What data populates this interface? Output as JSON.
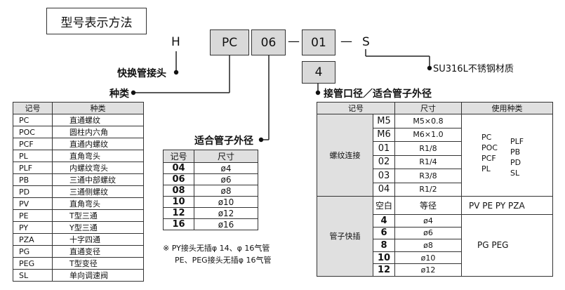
{
  "title": "型号表示方法",
  "model": {
    "h": "H",
    "pc": "PC",
    "size": "06",
    "thread": "01",
    "dash1": "—",
    "dash2": "—",
    "dash3": "—",
    "s": "S",
    "extra": "4"
  },
  "labels": {
    "quick": "快换管接头",
    "type": "种类",
    "tube": "适合管子外径",
    "port": "接管口径／适合管子外径",
    "sus": "SU316L不锈钢材质"
  },
  "type_table": {
    "headers": [
      "记号",
      "种类"
    ],
    "rows": [
      [
        "PC",
        "直通螺纹"
      ],
      [
        "POC",
        "圆柱内六角"
      ],
      [
        "PCF",
        "直通内螺纹"
      ],
      [
        "PL",
        "直角弯头"
      ],
      [
        "PLF",
        "内螺纹弯头"
      ],
      [
        "PB",
        "三通中部螺纹"
      ],
      [
        "PD",
        "三通侧螺纹"
      ],
      [
        "PV",
        "直角弯头"
      ],
      [
        "PE",
        "T型三通"
      ],
      [
        "PY",
        "Y型三通"
      ],
      [
        "PZA",
        "十字四通"
      ],
      [
        "PG",
        "直通变径"
      ],
      [
        "PEG",
        "T型变径"
      ],
      [
        "SL",
        "单向调速阀"
      ]
    ]
  },
  "tube_table": {
    "headers": [
      "记号",
      "尺寸"
    ],
    "rows": [
      [
        "04",
        "ø4"
      ],
      [
        "06",
        "ø6"
      ],
      [
        "08",
        "ø8"
      ],
      [
        "10",
        "ø10"
      ],
      [
        "12",
        "ø12"
      ],
      [
        "16",
        "ø16"
      ]
    ],
    "note1": "※ PY接头无插φ 14、φ 16气管",
    "note2": "PE、PEG接头无插φ 16气管"
  },
  "port_table": {
    "headers": [
      "记号",
      "尺寸",
      "使用种类"
    ],
    "thread_group": "螺纹连接",
    "thread_rows": [
      [
        "M5",
        "M5×0.8"
      ],
      [
        "M6",
        "M6×1.0"
      ],
      [
        "01",
        "R1/8"
      ],
      [
        "02",
        "R1/4"
      ],
      [
        "03",
        "R3/8"
      ],
      [
        "04",
        "R1/2"
      ]
    ],
    "thread_types_col1": [
      "PC",
      "POC",
      "PCF",
      "PL"
    ],
    "thread_types_col2": [
      "PLF",
      "PB",
      "PD",
      "SL"
    ],
    "quick_group": "管子快插",
    "blank_code": "空白",
    "blank_size": "等径",
    "blank_types": "PV PE PY  PZA",
    "quick_rows": [
      [
        "4",
        "ø4"
      ],
      [
        "6",
        "ø6"
      ],
      [
        "8",
        "ø8"
      ],
      [
        "10",
        "ø10"
      ],
      [
        "12",
        "ø12"
      ]
    ],
    "quick_types": "PG  PEG"
  }
}
